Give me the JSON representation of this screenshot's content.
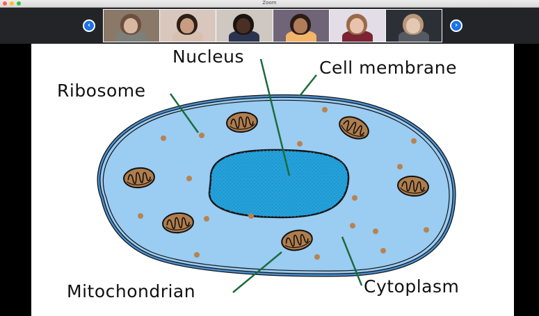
{
  "window": {
    "title": "Zoom",
    "traffic_lights": [
      {
        "name": "close",
        "color": "#fe5f57"
      },
      {
        "name": "minimize",
        "color": "#febc2e"
      },
      {
        "name": "maximize",
        "color": "#28c840"
      }
    ]
  },
  "gallery": {
    "prev_icon": "‹",
    "next_icon": "›",
    "participants": [
      {
        "bg": "#8a7868",
        "skin": "#d8b8a0",
        "hair": "#6b5040",
        "shirt": "#7d7f7a"
      },
      {
        "bg": "#d9c7bd",
        "skin": "#c89c80",
        "hair": "#2c2018",
        "shirt": "#d8c0b0"
      },
      {
        "bg": "#cfc8c0",
        "skin": "#4a3024",
        "hair": "#1a1410",
        "shirt": "#2a3350"
      },
      {
        "bg": "#6f6478",
        "skin": "#b07c5a",
        "hair": "#2a1c14",
        "shirt": "#f3b56a"
      },
      {
        "bg": "#e2dde6",
        "skin": "#e8c2ac",
        "hair": "#9a6a48",
        "shirt": "#7a2434"
      },
      {
        "bg": "#2c2f36",
        "skin": "#e4c8b4",
        "hair": "#b89878",
        "shirt": "#555a62"
      }
    ]
  },
  "diagram": {
    "labels": {
      "nucleus": "Nucleus",
      "cell_membrane": "Cell membrane",
      "ribosome": "Ribosome",
      "mitochondrian": "Mitochondrian",
      "cytoplasm": "Cytoplasm"
    },
    "colors": {
      "cytoplasm": "#9bccf2",
      "membrane": "#4a90d0",
      "nucleus": "#1ea4e0",
      "mitochondria": "#b07d4c",
      "ribosome": "#b7834f",
      "leader_line": "#1b6b3a"
    }
  }
}
